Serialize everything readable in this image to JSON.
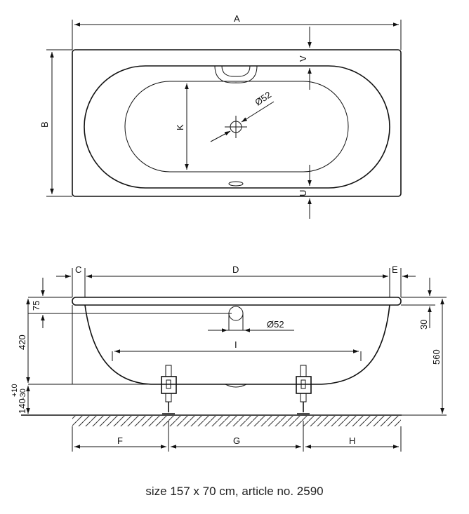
{
  "top_view": {
    "labels": {
      "A": "A",
      "B": "B",
      "K": "K",
      "V": "V",
      "U": "U",
      "drain_diameter": "Ø52"
    }
  },
  "side_view": {
    "labels": {
      "C": "C",
      "D": "D",
      "E": "E",
      "F": "F",
      "G": "G",
      "H": "H",
      "I": "I",
      "rim_height": "75",
      "depth": "420",
      "overall_height": "560",
      "rim_offset": "30",
      "drain_diameter": "Ø52",
      "leg_adjust_plus": "+10",
      "leg_adjust_base": "140",
      "leg_adjust_minus": "-30"
    }
  },
  "caption": "size 157 x 70 cm, article no. 2590"
}
